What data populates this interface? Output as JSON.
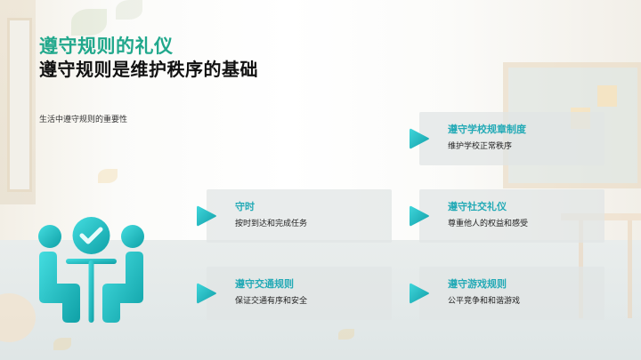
{
  "slide": {
    "title": "遵守规则的礼仪",
    "subtitle": "遵守规则是维护秩序的基础",
    "caption": "生活中遵守规则的重要性"
  },
  "cards": [
    {
      "title": "遵守学校规章制度",
      "desc": "维护学校正常秩序"
    },
    {
      "title": "守时",
      "desc": "按时到达和完成任务"
    },
    {
      "title": "遵守社交礼仪",
      "desc": "尊重他人的权益和感受"
    },
    {
      "title": "遵守交通规则",
      "desc": "保证交通有序和安全"
    },
    {
      "title": "遵守游戏规则",
      "desc": "公平竞争和和谐游戏"
    }
  ],
  "icons": {
    "card_marker": "play-triangle-icon",
    "main": "meeting-check-icon"
  },
  "colors": {
    "title_green": "#21a88c",
    "accent_teal": "#23aab6",
    "icon_teal_light": "#3fd6db",
    "icon_teal_dark": "#129fa8"
  }
}
